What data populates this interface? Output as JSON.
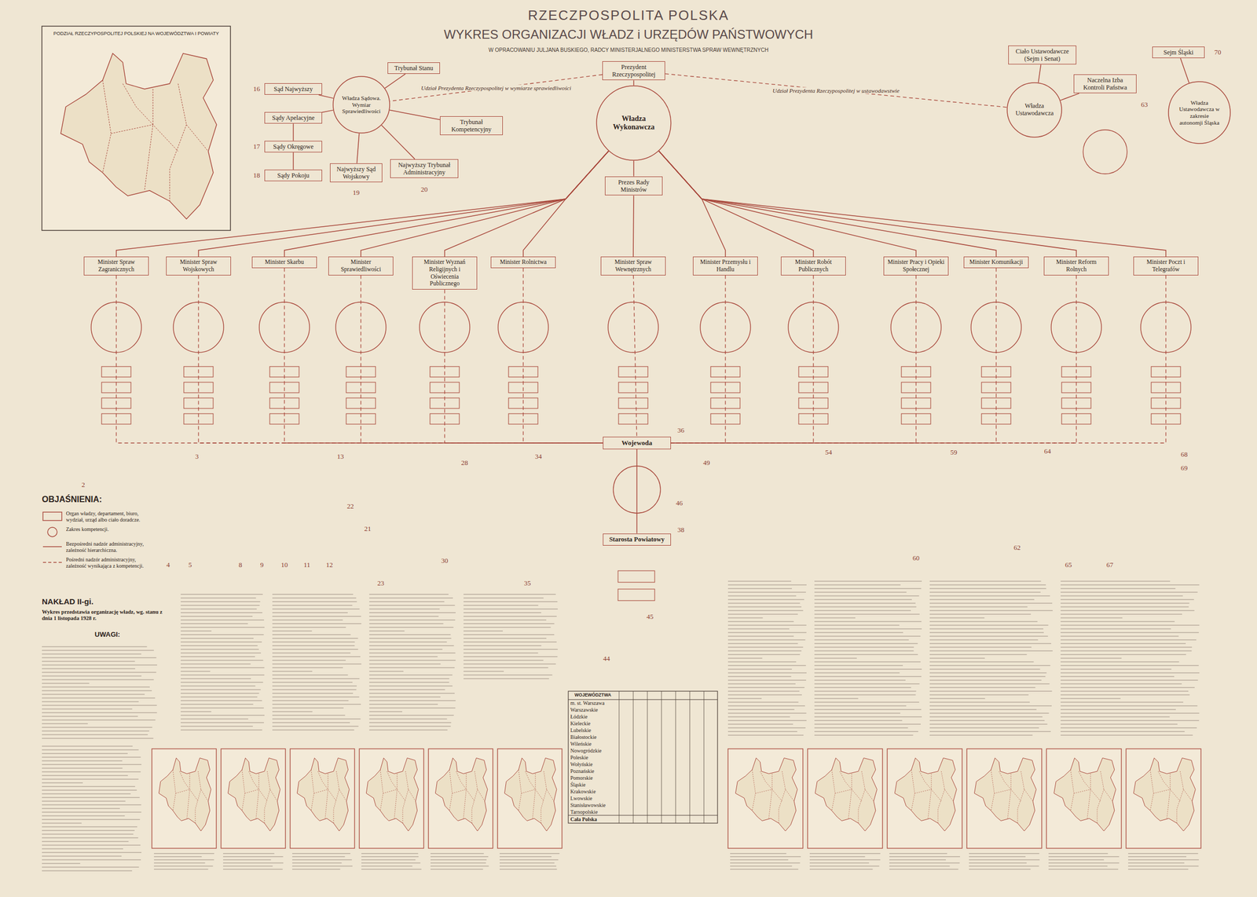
{
  "diagram": {
    "title": "RZECZPOSPOLITA POLSKA",
    "caption": "W OPRACOWANIU JULJANA BUSKIEGO, RADCY MINISTERJALNEGO MINISTERSTWA SPRAW WEWNĘTRZNYCH",
    "nodes": [
      {
        "text": [
          "Prezydent Rzeczypospolitej"
        ]
      },
      {
        "text": [
          "Władza Wykonawcza"
        ]
      },
      {
        "text": [
          "Władza Sądowa. Wymiar Sprawiedliwości"
        ]
      },
      {
        "text": [
          "Sąd Najwyższy"
        ]
      },
      {
        "text": [
          "Trybunał Stanu"
        ]
      },
      {
        "text": [
          "Sądy Apelacyjne"
        ]
      },
      {
        "text": [
          "Najwyższy Sąd Wojskowy"
        ]
      },
      {
        "text": [
          "Najwyższy Trybunał Administracyjny"
        ]
      },
      {
        "text": [
          "Trybunał Kompetencyjny"
        ]
      },
      {
        "text": [
          "Sądy Okręgowe"
        ]
      },
      {
        "text": [
          "Sądy Pokoju"
        ]
      },
      {
        "text": [
          "Prezes Rady Ministrów"
        ]
      },
      {
        "text": [
          "Ciało Ustawodawcze (Sejm i Senat)"
        ]
      },
      {
        "text": [
          "Władza Ustawodawcza"
        ]
      },
      {
        "text": [
          "Sejm Śląski"
        ]
      },
      {
        "text": [
          "Władza Ustawodawcza w zakresie autonomji Śląska"
        ]
      },
      {
        "text": [
          "Naczelna Izba Kontroli Państwa"
        ]
      },
      {
        "text": [
          "Minister Spraw Zagranicznych"
        ]
      },
      {
        "text": [
          "Minister Spraw Wojskowych"
        ]
      },
      {
        "text": [
          "Minister Skarbu"
        ]
      },
      {
        "text": [
          "Minister Sprawiedliwości"
        ]
      },
      {
        "text": [
          "Minister Wyznań Religijnych i Oświecenia Publicznego"
        ]
      },
      {
        "text": [
          "Minister Rolnictwa"
        ]
      },
      {
        "text": [
          "Minister Spraw Wewnętrznych"
        ]
      },
      {
        "text": [
          "Minister Przemysłu i Handlu"
        ]
      },
      {
        "text": [
          "Minister Robót Publicznych"
        ]
      },
      {
        "text": [
          "Minister Pracy i Opieki Społecznej"
        ]
      },
      {
        "text": [
          "Minister Komunikacji"
        ]
      },
      {
        "text": [
          "Minister Reform Rolnych"
        ]
      },
      {
        "text": [
          "Minister Poczt i Telegrafów"
        ]
      },
      {
        "text": [
          "Wojewoda"
        ]
      },
      {
        "text": [
          "Starosta Powiatowy"
        ]
      }
    ],
    "edges": [
      {
        "from": 0,
        "to": 1,
        "arrow": "none"
      },
      {
        "from": 1,
        "to": 11,
        "arrow": "none"
      },
      {
        "from": 1,
        "to": 17,
        "arrow": "none"
      },
      {
        "from": 1,
        "to": 18,
        "arrow": "none"
      },
      {
        "from": 1,
        "to": 19,
        "arrow": "none"
      },
      {
        "from": 1,
        "to": 20,
        "arrow": "none"
      },
      {
        "from": 1,
        "to": 21,
        "arrow": "none"
      },
      {
        "from": 1,
        "to": 22,
        "arrow": "none"
      },
      {
        "from": 1,
        "to": 24,
        "arrow": "none"
      },
      {
        "from": 1,
        "to": 25,
        "arrow": "none"
      },
      {
        "from": 1,
        "to": 26,
        "arrow": "none"
      },
      {
        "from": 1,
        "to": 27,
        "arrow": "none"
      },
      {
        "from": 1,
        "to": 28,
        "arrow": "none"
      },
      {
        "from": 1,
        "to": 29,
        "arrow": "none"
      },
      {
        "from": 11,
        "to": 23,
        "arrow": "none"
      },
      {
        "from": 0,
        "to": 2,
        "label": "Udział Prezydenta Rzeczypospolitej w wymiarze sprawiedliwości",
        "arrow": "none"
      },
      {
        "from": 0,
        "to": 13,
        "label": "Udział Prezydenta Rzeczypospolitej w ustawodawstwie",
        "arrow": "none"
      },
      {
        "from": 2,
        "to": 3,
        "arrow": "none"
      },
      {
        "from": 2,
        "to": 4,
        "arrow": "none"
      },
      {
        "from": 2,
        "to": 5,
        "arrow": "none"
      },
      {
        "from": 2,
        "to": 6,
        "arrow": "none"
      },
      {
        "from": 2,
        "to": 7,
        "arrow": "none"
      },
      {
        "from": 2,
        "to": 8,
        "arrow": "none"
      },
      {
        "from": 5,
        "to": 9,
        "arrow": "none"
      },
      {
        "from": 9,
        "to": 10,
        "arrow": "none"
      },
      {
        "from": 12,
        "to": 13,
        "arrow": "none"
      },
      {
        "from": 14,
        "to": 15,
        "arrow": "none"
      },
      {
        "from": 13,
        "to": 16,
        "arrow": "none"
      },
      {
        "from": 17,
        "to": 30,
        "arrow": "none"
      },
      {
        "from": 18,
        "to": 30,
        "arrow": "none"
      },
      {
        "from": 19,
        "to": 30,
        "arrow": "none"
      },
      {
        "from": 20,
        "to": 30,
        "arrow": "none"
      },
      {
        "from": 21,
        "to": 30,
        "arrow": "none"
      },
      {
        "from": 22,
        "to": 30,
        "arrow": "none"
      },
      {
        "from": 23,
        "to": 30,
        "arrow": "none"
      },
      {
        "from": 24,
        "to": 30,
        "arrow": "none"
      },
      {
        "from": 25,
        "to": 30,
        "arrow": "none"
      },
      {
        "from": 26,
        "to": 30,
        "arrow": "none"
      },
      {
        "from": 27,
        "to": 30,
        "arrow": "none"
      },
      {
        "from": 28,
        "to": 30,
        "arrow": "none"
      },
      {
        "from": 29,
        "to": 30,
        "arrow": "none"
      },
      {
        "from": 30,
        "to": 31,
        "arrow": "none"
      }
    ],
    "labels": [
      "WYKRES ORGANIZACJI WŁADZ i URZĘDÓW PAŃSTWOWYCH",
      "PODZIAŁ RZECZYPOSPOLITEJ POLSKIEJ NA WOJEWÓDZTWA I POWIATY",
      "OBJAŚNIENIA:",
      "NAKŁAD II-gi.",
      "Wykres przedstawia organizację władz, wg. stanu z dnia 1 listopada 1928 r.",
      "UWAGI:",
      "WOJEWÓDZTWA",
      "m. st. Warszawa",
      "Warszawskie",
      "Łódzkie",
      "Kieleckie",
      "Lubelskie",
      "Białostockie",
      "Wileńskie",
      "Nowogródzkie",
      "Poleskie",
      "Wołyńskie",
      "Poznańskie",
      "Pomorskie",
      "Śląskie",
      "Krakowskie",
      "Lwowskie",
      "Stanisławowskie",
      "Tarnopolskie",
      "Cała Polska",
      "16",
      "17",
      "18",
      "19",
      "20",
      "36",
      "38",
      "63",
      "70",
      "2",
      "3",
      "4",
      "5",
      "8",
      "9",
      "10",
      "11",
      "12",
      "13",
      "21",
      "22",
      "23",
      "28",
      "30",
      "34",
      "35",
      "44",
      "45",
      "46",
      "49",
      "54",
      "59",
      "60",
      "62",
      "64",
      "65",
      "67",
      "68",
      "69"
    ],
    "legend": [
      {
        "text": "Organ władzy, departament, biuro, wydział, urząd albo ciało doradcze."
      },
      {
        "text": "Zakres kompetencji."
      },
      {
        "text": "Bezpośredni nadzór administracyjny, zależność hierarchiczna."
      },
      {
        "text": "Pośredni nadzór administracyjny, zależność wynikająca z kompetencji."
      }
    ]
  }
}
